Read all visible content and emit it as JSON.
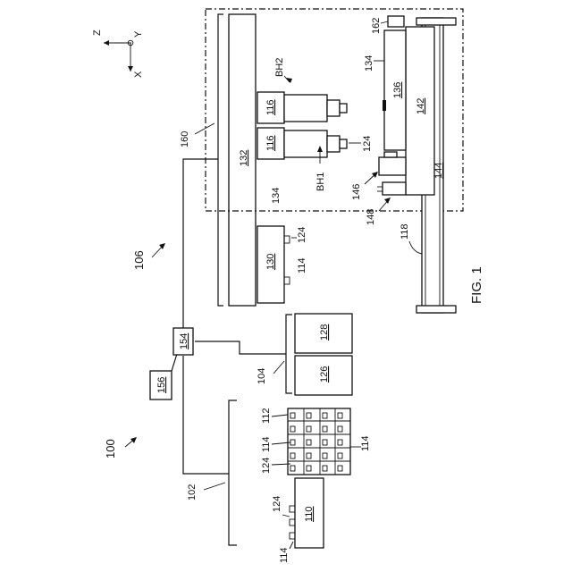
{
  "figure_label": "FIG. 1",
  "axes": {
    "z": "Z",
    "y": "Y",
    "x": "X"
  },
  "refs": {
    "r100": "100",
    "r102": "102",
    "r104": "104",
    "r106": "106",
    "r110": "110",
    "r112": "112",
    "r114_a": "114",
    "r114_b": "114",
    "r114_c": "114",
    "r114_d": "114",
    "r116_a": "116",
    "r116_b": "116",
    "r118": "118",
    "r124_a": "124",
    "r124_b": "124",
    "r124_c": "124",
    "r124_d": "124",
    "r126": "126",
    "r128": "128",
    "r130": "130",
    "r132": "132",
    "r134_a": "134",
    "r134_b": "134",
    "r136": "136",
    "r142": "142",
    "r144": "144",
    "r146": "146",
    "r148": "148",
    "r154": "154",
    "r156": "156",
    "r160": "160",
    "r162": "162",
    "bh1": "BH1",
    "bh2": "BH2"
  }
}
